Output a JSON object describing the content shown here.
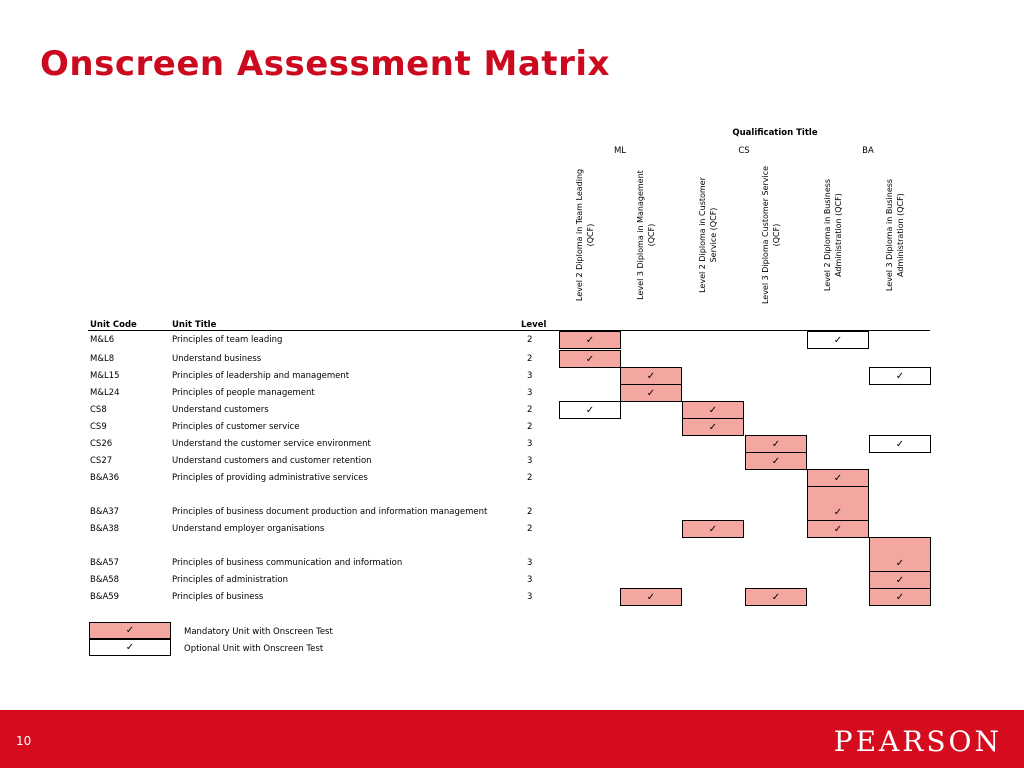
{
  "title": "Onscreen Assessment Matrix",
  "qualification_title": "Qualification Title",
  "groups": [
    "ML",
    "CS",
    "BA"
  ],
  "qualifications": [
    "Level 2 Diploma in Team Leading (QCF)",
    "Level 3 Diploma in Management (QCF)",
    "Level 2 Diploma in Customer Service (QCF)",
    "Level 3 Diploma Customer Service (QCF)",
    "Level 2 Diploma in Business Administration (QCF)",
    "Level 3 Diploma in Business Administration (QCF)"
  ],
  "headers": {
    "unit_code": "Unit Code",
    "unit_title": "Unit Title",
    "level": "Level"
  },
  "check_mark": "✓",
  "rows": [
    {
      "code": "M&L6",
      "title": "Principles of team leading",
      "level": "2",
      "marks": [
        "M",
        "",
        "",
        "",
        "O",
        ""
      ]
    },
    {
      "code": "M&L8",
      "title": "Understand business",
      "level": "2",
      "marks": [
        "M",
        "",
        "",
        "",
        "",
        ""
      ]
    },
    {
      "code": "M&L15",
      "title": "Principles of leadership and management",
      "level": "3",
      "marks": [
        "",
        "M",
        "",
        "",
        "",
        "O"
      ]
    },
    {
      "code": "M&L24",
      "title": "Principles of people management",
      "level": "3",
      "marks": [
        "",
        "M",
        "",
        "",
        "",
        ""
      ]
    },
    {
      "code": "CS8",
      "title": "Understand customers",
      "level": "2",
      "marks": [
        "O",
        "",
        "M",
        "",
        "",
        ""
      ]
    },
    {
      "code": "CS9",
      "title": "Principles of customer service",
      "level": "2",
      "marks": [
        "",
        "",
        "M",
        "",
        "",
        ""
      ]
    },
    {
      "code": "CS26",
      "title": "Understand the customer service environment",
      "level": "3",
      "marks": [
        "",
        "",
        "",
        "M",
        "",
        "O"
      ]
    },
    {
      "code": "CS27",
      "title": "Understand customers and customer retention",
      "level": "3",
      "marks": [
        "",
        "",
        "",
        "M",
        "",
        ""
      ]
    },
    {
      "code": "B&A36",
      "title": "Principles of providing administrative services",
      "level": "2",
      "marks": [
        "",
        "",
        "",
        "",
        "M",
        ""
      ]
    },
    {
      "code": "B&A37",
      "title": "Principles of business document production and information management",
      "level": "2",
      "marks": [
        "",
        "",
        "",
        "",
        "M",
        ""
      ]
    },
    {
      "code": "B&A38",
      "title": "Understand employer organisations",
      "level": "2",
      "marks": [
        "",
        "",
        "M",
        "",
        "M",
        ""
      ]
    },
    {
      "code": "B&A57",
      "title": "Principles of business communication and information",
      "level": "3",
      "marks": [
        "",
        "",
        "",
        "",
        "",
        "M"
      ]
    },
    {
      "code": "B&A58",
      "title": "Principles of administration",
      "level": "3",
      "marks": [
        "",
        "",
        "",
        "",
        "",
        "M"
      ]
    },
    {
      "code": "B&A59",
      "title": "Principles of business",
      "level": "3",
      "marks": [
        "",
        "M",
        "",
        "M",
        "",
        "M"
      ]
    }
  ],
  "legend": [
    {
      "type": "M",
      "label": "Mandatory Unit with Onscreen Test"
    },
    {
      "type": "O",
      "label": "Optional Unit with Onscreen Test"
    }
  ],
  "colors": {
    "brand_red": "#d50b1e",
    "mandatory_fill": "#f4a6a0"
  },
  "footer": {
    "page_number": "10",
    "logo": "PEARSON"
  }
}
